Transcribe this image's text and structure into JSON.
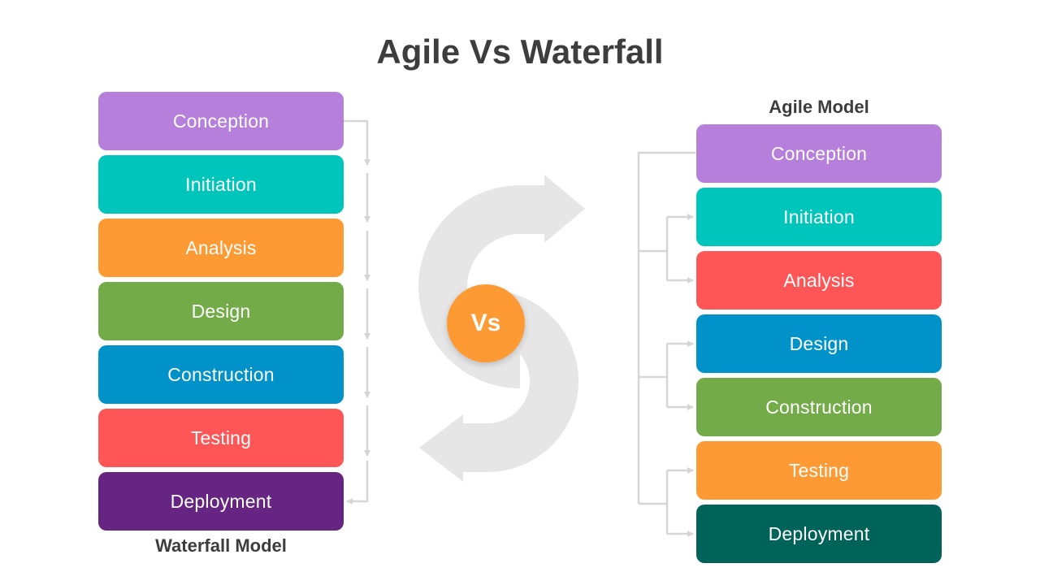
{
  "title": "Agile Vs Waterfall",
  "waterfall": {
    "label": "Waterfall Model",
    "stages": [
      {
        "label": "Conception",
        "color": "#b77fdc"
      },
      {
        "label": "Initiation",
        "color": "#00c5bb"
      },
      {
        "label": "Analysis",
        "color": "#fe9a34"
      },
      {
        "label": "Design",
        "color": "#72ab47"
      },
      {
        "label": "Construction",
        "color": "#0092c8"
      },
      {
        "label": "Testing",
        "color": "#fe5656"
      },
      {
        "label": "Deployment",
        "color": "#662483"
      }
    ]
  },
  "agile": {
    "label": "Agile Model",
    "stages": [
      {
        "label": "Conception",
        "color": "#b77fdc"
      },
      {
        "label": "Initiation",
        "color": "#00c5bb"
      },
      {
        "label": "Analysis",
        "color": "#fe5656"
      },
      {
        "label": "Design",
        "color": "#0092c8"
      },
      {
        "label": "Construction",
        "color": "#72ab47"
      },
      {
        "label": "Testing",
        "color": "#fe9a34"
      },
      {
        "label": "Deployment",
        "color": "#00635a"
      }
    ]
  },
  "vs_label": "Vs",
  "colors": {
    "connector": "#d6d6d6",
    "s_arrow": "#e6e6e6",
    "vs_badge": "#fe9a34"
  },
  "icons": {
    "center_graphic": "s-shaped-cycle-arrow-icon"
  }
}
